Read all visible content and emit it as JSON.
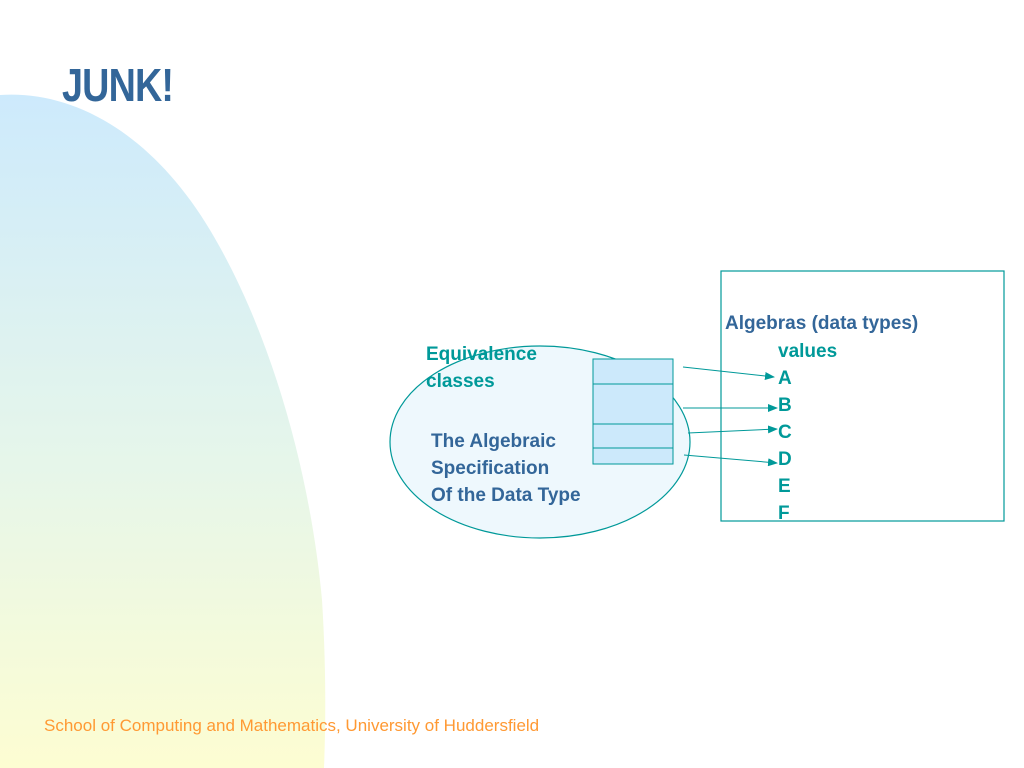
{
  "slide": {
    "title": "JUNK!",
    "footer": "School of Computing and Mathematics, University of Huddersfield"
  },
  "diagram": {
    "equivalence_label": [
      "Equivalence",
      "classes"
    ],
    "spec_label": [
      "The Algebraic",
      "Specification",
      "Of the Data Type"
    ],
    "algebras_title": "Algebras (data types)",
    "values_heading": "values",
    "values": [
      "A",
      "B",
      "C",
      "D",
      "E",
      "F"
    ]
  },
  "colors": {
    "title": "#336699",
    "teal": "#009999",
    "footer": "#ff9933",
    "cell_fill": "#cce9fb",
    "ellipse_fill": "#eef8fd"
  }
}
